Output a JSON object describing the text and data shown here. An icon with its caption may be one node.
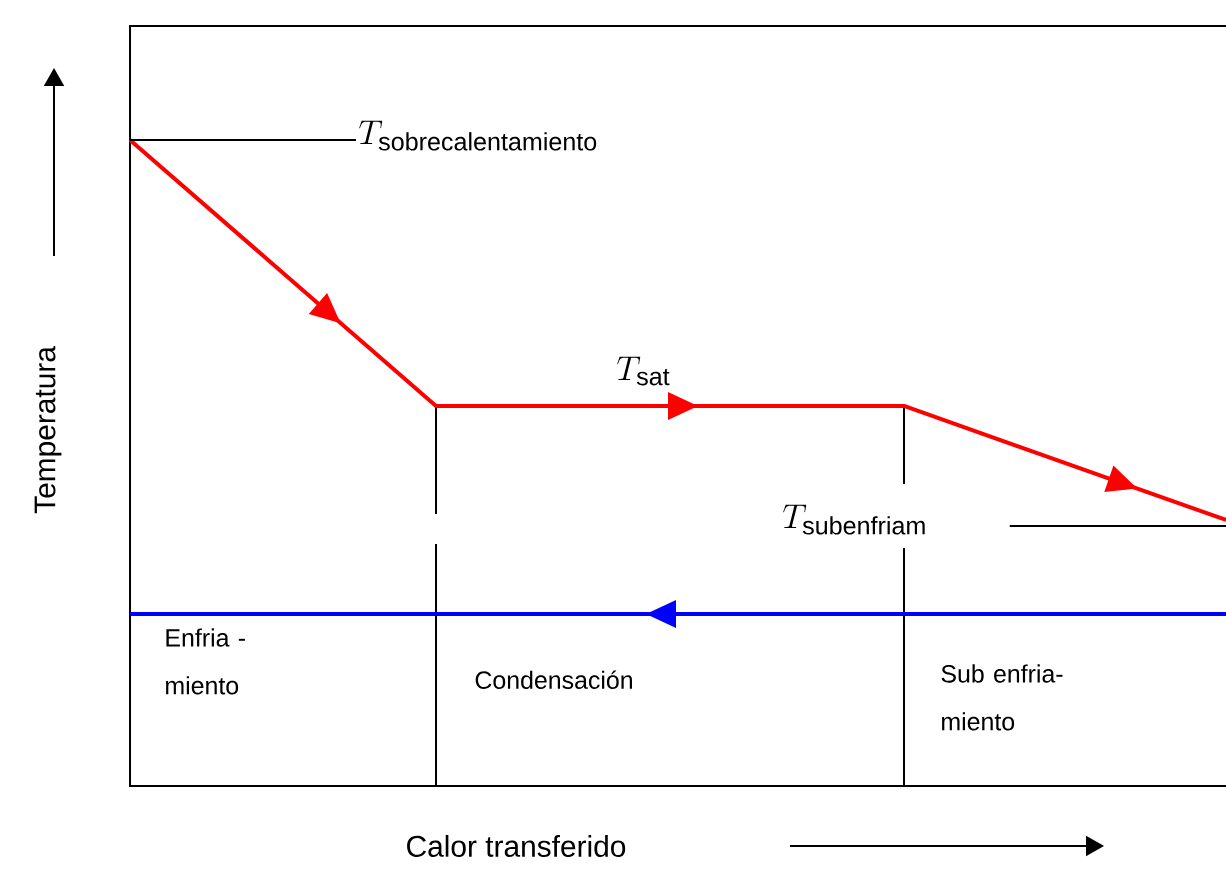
{
  "diagram": {
    "nodes": [
      {
        "text": [
          "T_{\\mathrm{sobrecalentamiento}}"
        ]
      },
      {
        "text": [
          "T_{\\mathrm{subenfriam}}"
        ]
      }
    ],
    "edges": [
      {
        "from": 0,
        "to": null,
        "arrow": "none"
      },
      {
        "from": 1,
        "to": null,
        "arrow": "none"
      }
    ],
    "labels": [
      "T_{\\mathrm{sat}}",
      "Temperatura",
      "Enfria - miento",
      "Condensación",
      "Sub enfria- miento",
      "Calor transferido"
    ]
  }
}
